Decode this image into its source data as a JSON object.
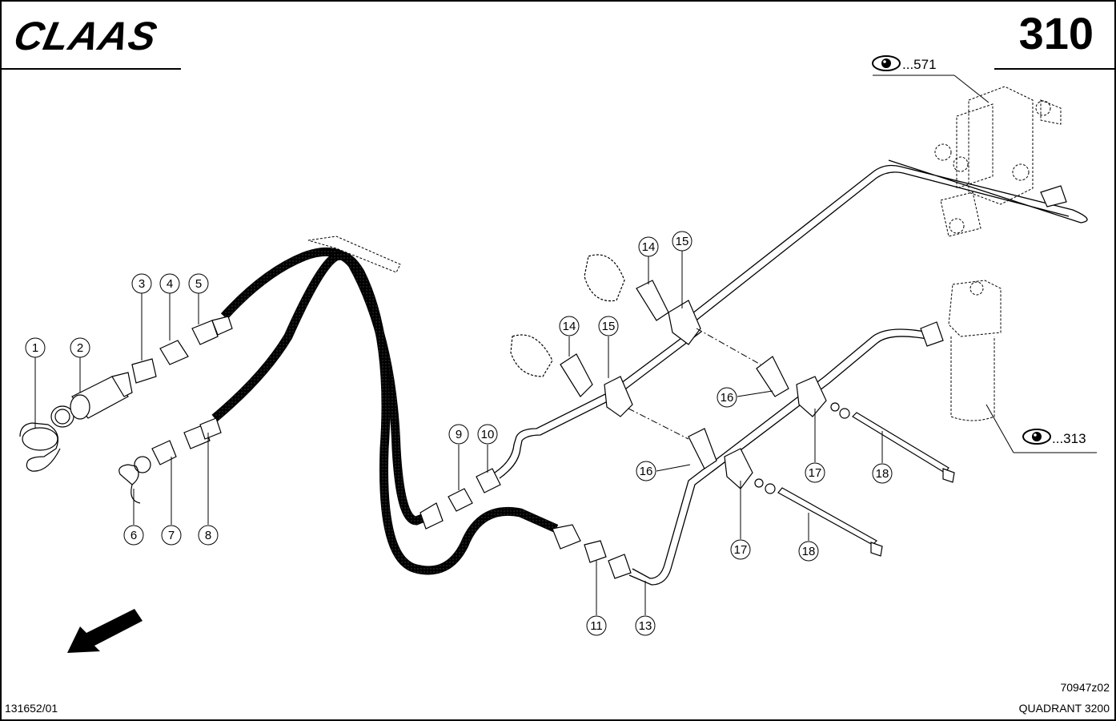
{
  "header": {
    "brand": "CLAAS",
    "page_number": "310"
  },
  "footer": {
    "document_number": "131652/01",
    "drawing_code": "70947z02",
    "model": "QUADRANT 3200"
  },
  "references": [
    {
      "id": "ref-571",
      "label": "...571"
    },
    {
      "id": "ref-313",
      "label": "...313"
    }
  ],
  "callouts": [
    "1",
    "2",
    "3",
    "4",
    "5",
    "6",
    "7",
    "8",
    "9",
    "10",
    "11",
    "13",
    "14",
    "14",
    "15",
    "15",
    "16",
    "16",
    "17",
    "17",
    "18",
    "18"
  ]
}
